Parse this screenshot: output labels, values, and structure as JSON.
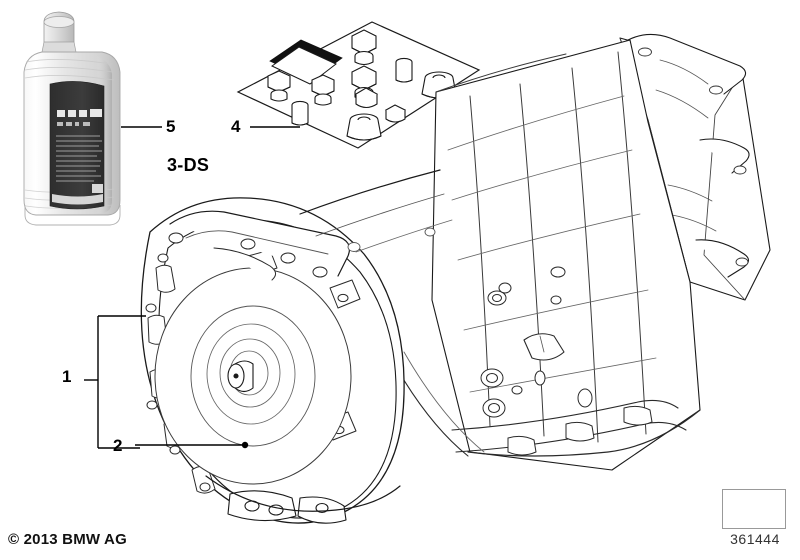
{
  "document": {
    "kind": "parts-diagram",
    "copyright": "© 2013 BMW AG",
    "diagram_number": "361444",
    "background_color": "#ffffff",
    "line_color": "#1a1a1a"
  },
  "callouts": [
    {
      "id": "1",
      "label": "1",
      "kind": "bracket",
      "target": "automatic-transmission-assembly"
    },
    {
      "id": "2",
      "label": "2",
      "kind": "leader-dot",
      "target": "torque-converter-bell-housing"
    },
    {
      "id": "4",
      "label": "4",
      "kind": "leader-line",
      "target": "small-parts-kit-card"
    },
    {
      "id": "5",
      "label": "5",
      "kind": "leader-line",
      "target": "transmission-oil-bottle"
    },
    {
      "id": "3ds",
      "label": "3-DS",
      "kind": "text-label",
      "target": "set-designation"
    }
  ],
  "parts": {
    "oil_bottle": {
      "name": "transmission-oil-bottle",
      "body_color": "#e3e3e3",
      "label_color": "#3a3a3a",
      "cap_color": "#d2d2d2"
    },
    "parts_kit": {
      "name": "small-parts-kit-card",
      "items": [
        "seal-strip",
        "hex-bolt",
        "hex-bolt",
        "hex-bolt",
        "hex-bolt",
        "square-plug",
        "square-plug",
        "sleeve",
        "sleeve",
        "grommet",
        "grommet"
      ]
    },
    "transmission": {
      "name": "automatic-transmission-assembly",
      "sections": [
        "bell-housing",
        "torque-converter",
        "main-case",
        "oil-pan",
        "rear-extension-housing"
      ]
    }
  },
  "footer": {
    "arrow_icon": "arrow-icon"
  }
}
